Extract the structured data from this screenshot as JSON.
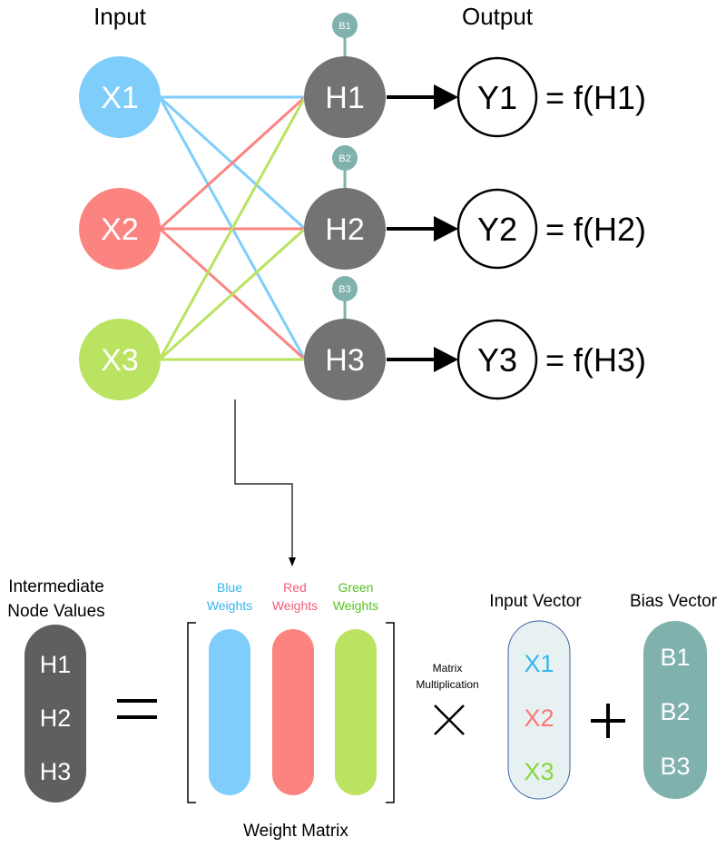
{
  "colors": {
    "blue": "#7fcdfb",
    "red": "#fb8481",
    "green": "#b9e360",
    "hidden": "#737373",
    "bias": "#7fb1ad",
    "black": "#000000",
    "white": "#ffffff",
    "dark_pill": "#5f5f5f",
    "input_vec_fill": "#e8f1f2",
    "input_vec_stroke": "#3b5fa8",
    "blue_text": "#33b5f0",
    "red_text": "#fb7676",
    "green_text": "#86d83a",
    "red_weight_text": "#f25c7a",
    "green_weight_text": "#54c31e"
  },
  "network": {
    "input_header": "Input",
    "output_header": "Output",
    "inputs": [
      {
        "label": "X1",
        "color_key": "blue"
      },
      {
        "label": "X2",
        "color_key": "red"
      },
      {
        "label": "X3",
        "color_key": "green"
      }
    ],
    "hidden": [
      {
        "label": "H1",
        "bias": "B1"
      },
      {
        "label": "H2",
        "bias": "B2"
      },
      {
        "label": "H3",
        "bias": "B3"
      }
    ],
    "outputs": [
      {
        "label": "Y1",
        "formula": "= f(H1)"
      },
      {
        "label": "Y2",
        "formula": "= f(H2)"
      },
      {
        "label": "Y3",
        "formula": "= f(H3)"
      }
    ]
  },
  "equation": {
    "intermediate_label_line1": "Intermediate",
    "intermediate_label_line2": "Node Values",
    "intermediate_values": [
      "H1",
      "H2",
      "H3"
    ],
    "equals": "=",
    "weight_labels": [
      {
        "line1": "Blue",
        "line2": "Weights"
      },
      {
        "line1": "Red",
        "line2": "Weights"
      },
      {
        "line1": "Green",
        "line2": "Weights"
      }
    ],
    "weight_matrix_label": "Weight Matrix",
    "matrix_mult_line1": "Matrix",
    "matrix_mult_line2": "Multiplication",
    "times": "×",
    "input_vector_label": "Input Vector",
    "input_vector_values": [
      "X1",
      "X2",
      "X3"
    ],
    "plus": "+",
    "bias_vector_label": "Bias Vector",
    "bias_vector_values": [
      "B1",
      "B2",
      "B3"
    ]
  }
}
